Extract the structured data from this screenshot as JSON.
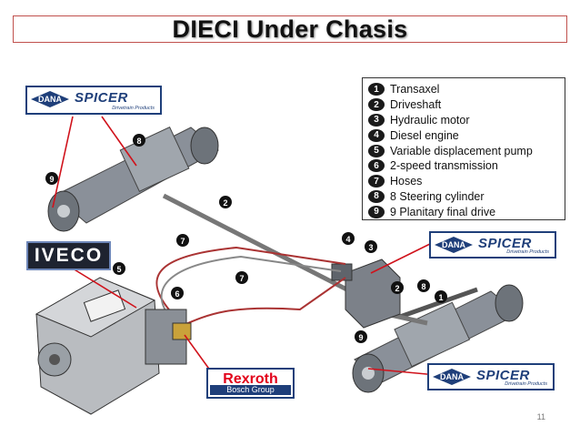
{
  "title": "DIECI Under Chasis",
  "legend": [
    {
      "num": "1",
      "label": "Transaxel"
    },
    {
      "num": "2",
      "label": "Driveshaft"
    },
    {
      "num": "3",
      "label": "Hydraulic motor"
    },
    {
      "num": "4",
      "label": "Diesel engine"
    },
    {
      "num": "5",
      "label": "Variable displacement pump"
    },
    {
      "num": "6",
      "label": "2-speed transmission"
    },
    {
      "num": "7",
      "label": "Hoses"
    },
    {
      "num": "8",
      "label": "8 Steering cylinder"
    },
    {
      "num": "9",
      "label": "9 Planitary final drive"
    }
  ],
  "brands": {
    "dana": "DANA",
    "spicer": "SPICER",
    "spicer_tagline": "Drivetrain Products",
    "iveco": "IVECO",
    "rexroth": "Rexroth",
    "rexroth_sub": "Bosch Group"
  },
  "callouts": [
    "9",
    "8",
    "2",
    "7",
    "7",
    "5",
    "6",
    "4",
    "3",
    "2",
    "8",
    "1",
    "9"
  ],
  "page_number": "11",
  "colors": {
    "arrow": "#d0121b",
    "brand_blue": "#1f3f7a",
    "title_border": "#c0504d"
  }
}
